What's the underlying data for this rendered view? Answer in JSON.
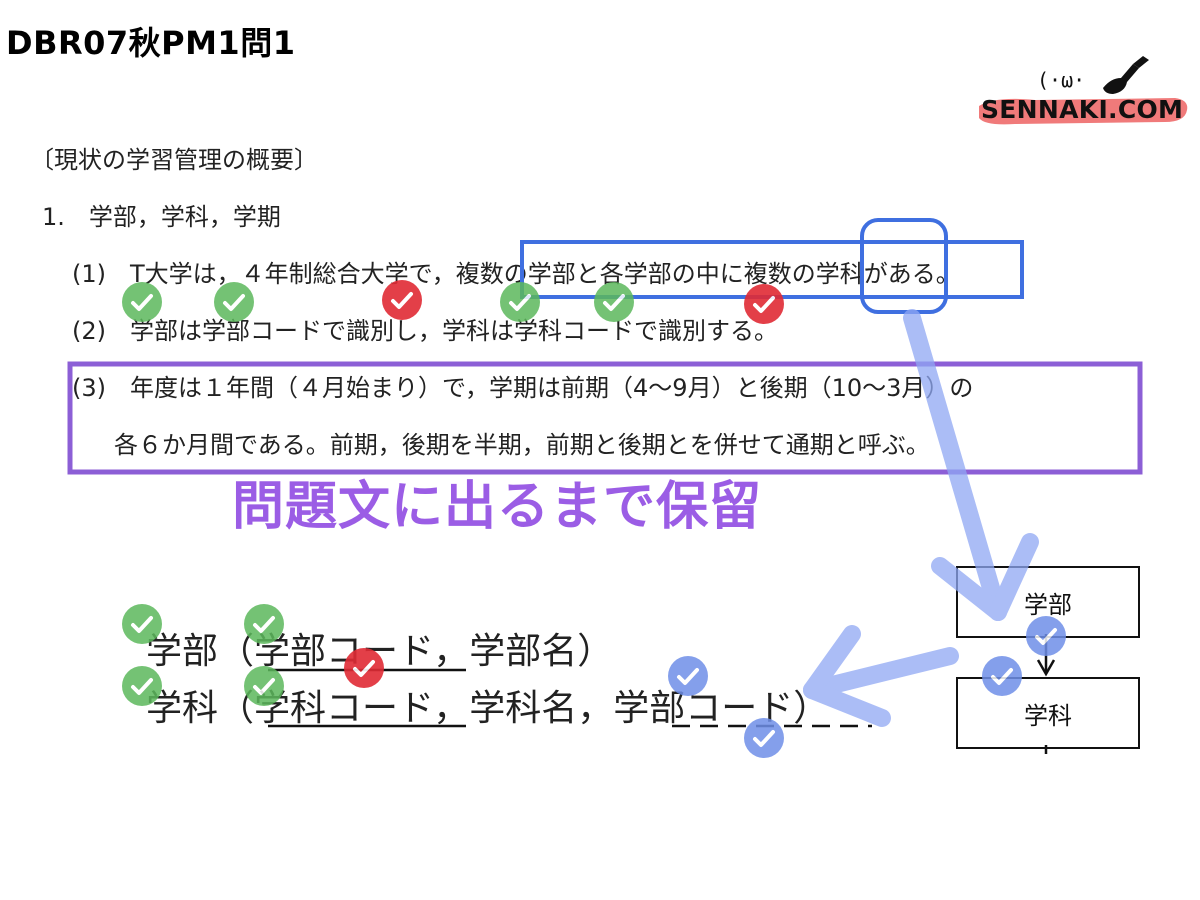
{
  "header": {
    "title": "DBR07秋PM1問1"
  },
  "brand": {
    "face": "(·ω·",
    "name": "SENNAKI.COM"
  },
  "document": {
    "section_heading": "〔現状の学習管理の概要〕",
    "item1": "1.　学部，学科，学期",
    "line1": "(1)　T大学は，４年制総合大学で，複数の学部と各学部の中に複数の学科がある。",
    "line2": "(2)　学部は学部コードで識別し，学科は学科コードで識別する。",
    "line3a": "(3)　年度は１年間（４月始まり）で，学期は前期（4〜9月）と後期（10〜3月）の",
    "line3b": "各６か月間である。前期，後期を半期，前期と後期とを併せて通期と呼ぶ。"
  },
  "annotation": {
    "note": "問題文に出るまで保留"
  },
  "relations": {
    "gakubu": "学部（学部コード，学部名）",
    "gakka": "学科（学科コード，学科名，学部コード）"
  },
  "erd": {
    "entity1": "学部",
    "entity2": "学科"
  },
  "colors": {
    "green": "#5cb85c",
    "red": "#e02b35",
    "blue": "#6f8fe8",
    "box_blue": "#3f6fe0",
    "purple": "#8c5fd6",
    "arrow": "#8fa8f4",
    "brush": "#f07a7a"
  },
  "icons": [
    "check-icon",
    "arrow-icon",
    "paintbrush-icon"
  ]
}
